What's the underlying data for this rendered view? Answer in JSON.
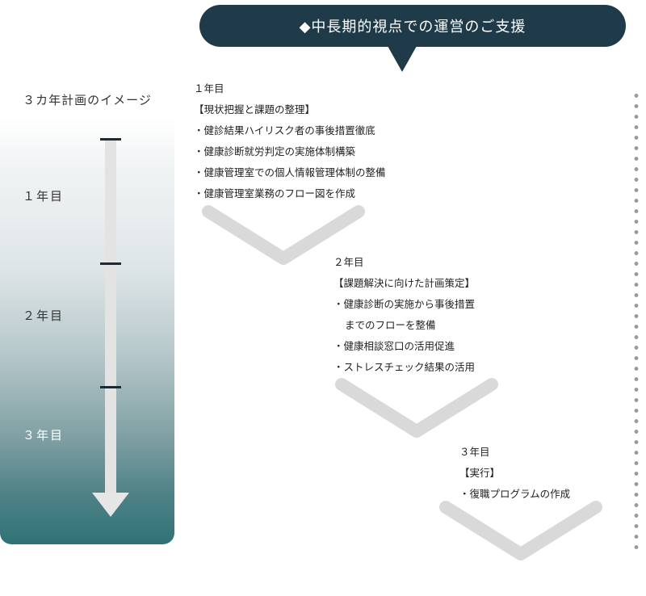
{
  "header": {
    "title": "◆中長期的視点での運営のご支援"
  },
  "timeline": {
    "title": "３カ年計画のイメージ",
    "years": [
      "１年目",
      "２年目",
      "３年目"
    ]
  },
  "steps": [
    {
      "year": "１年目",
      "heading": "【現状把握と課題の整理】",
      "items": [
        "・健診結果ハイリスク者の事後措置徹底",
        "・健康診断就労判定の実施体制構築",
        "・健康管理室での個人情報管理体制の整備",
        "・健康管理室業務のフロー図を作成"
      ]
    },
    {
      "year": "２年目",
      "heading": "【課題解決に向けた計画策定】",
      "items": [
        "・健康診断の実施から事後措置",
        "までのフローを整備",
        "・健康相談窓口の活用促進",
        "・ストレスチェック結果の活用"
      ]
    },
    {
      "year": "３年目",
      "heading": "【実行】",
      "items": [
        "・復職プログラムの作成"
      ]
    }
  ],
  "colors": {
    "banner": "#1f3a48",
    "panel_bottom": "#2f7377",
    "chevron": "#d9d9d9",
    "tick": "#1c2a33"
  }
}
